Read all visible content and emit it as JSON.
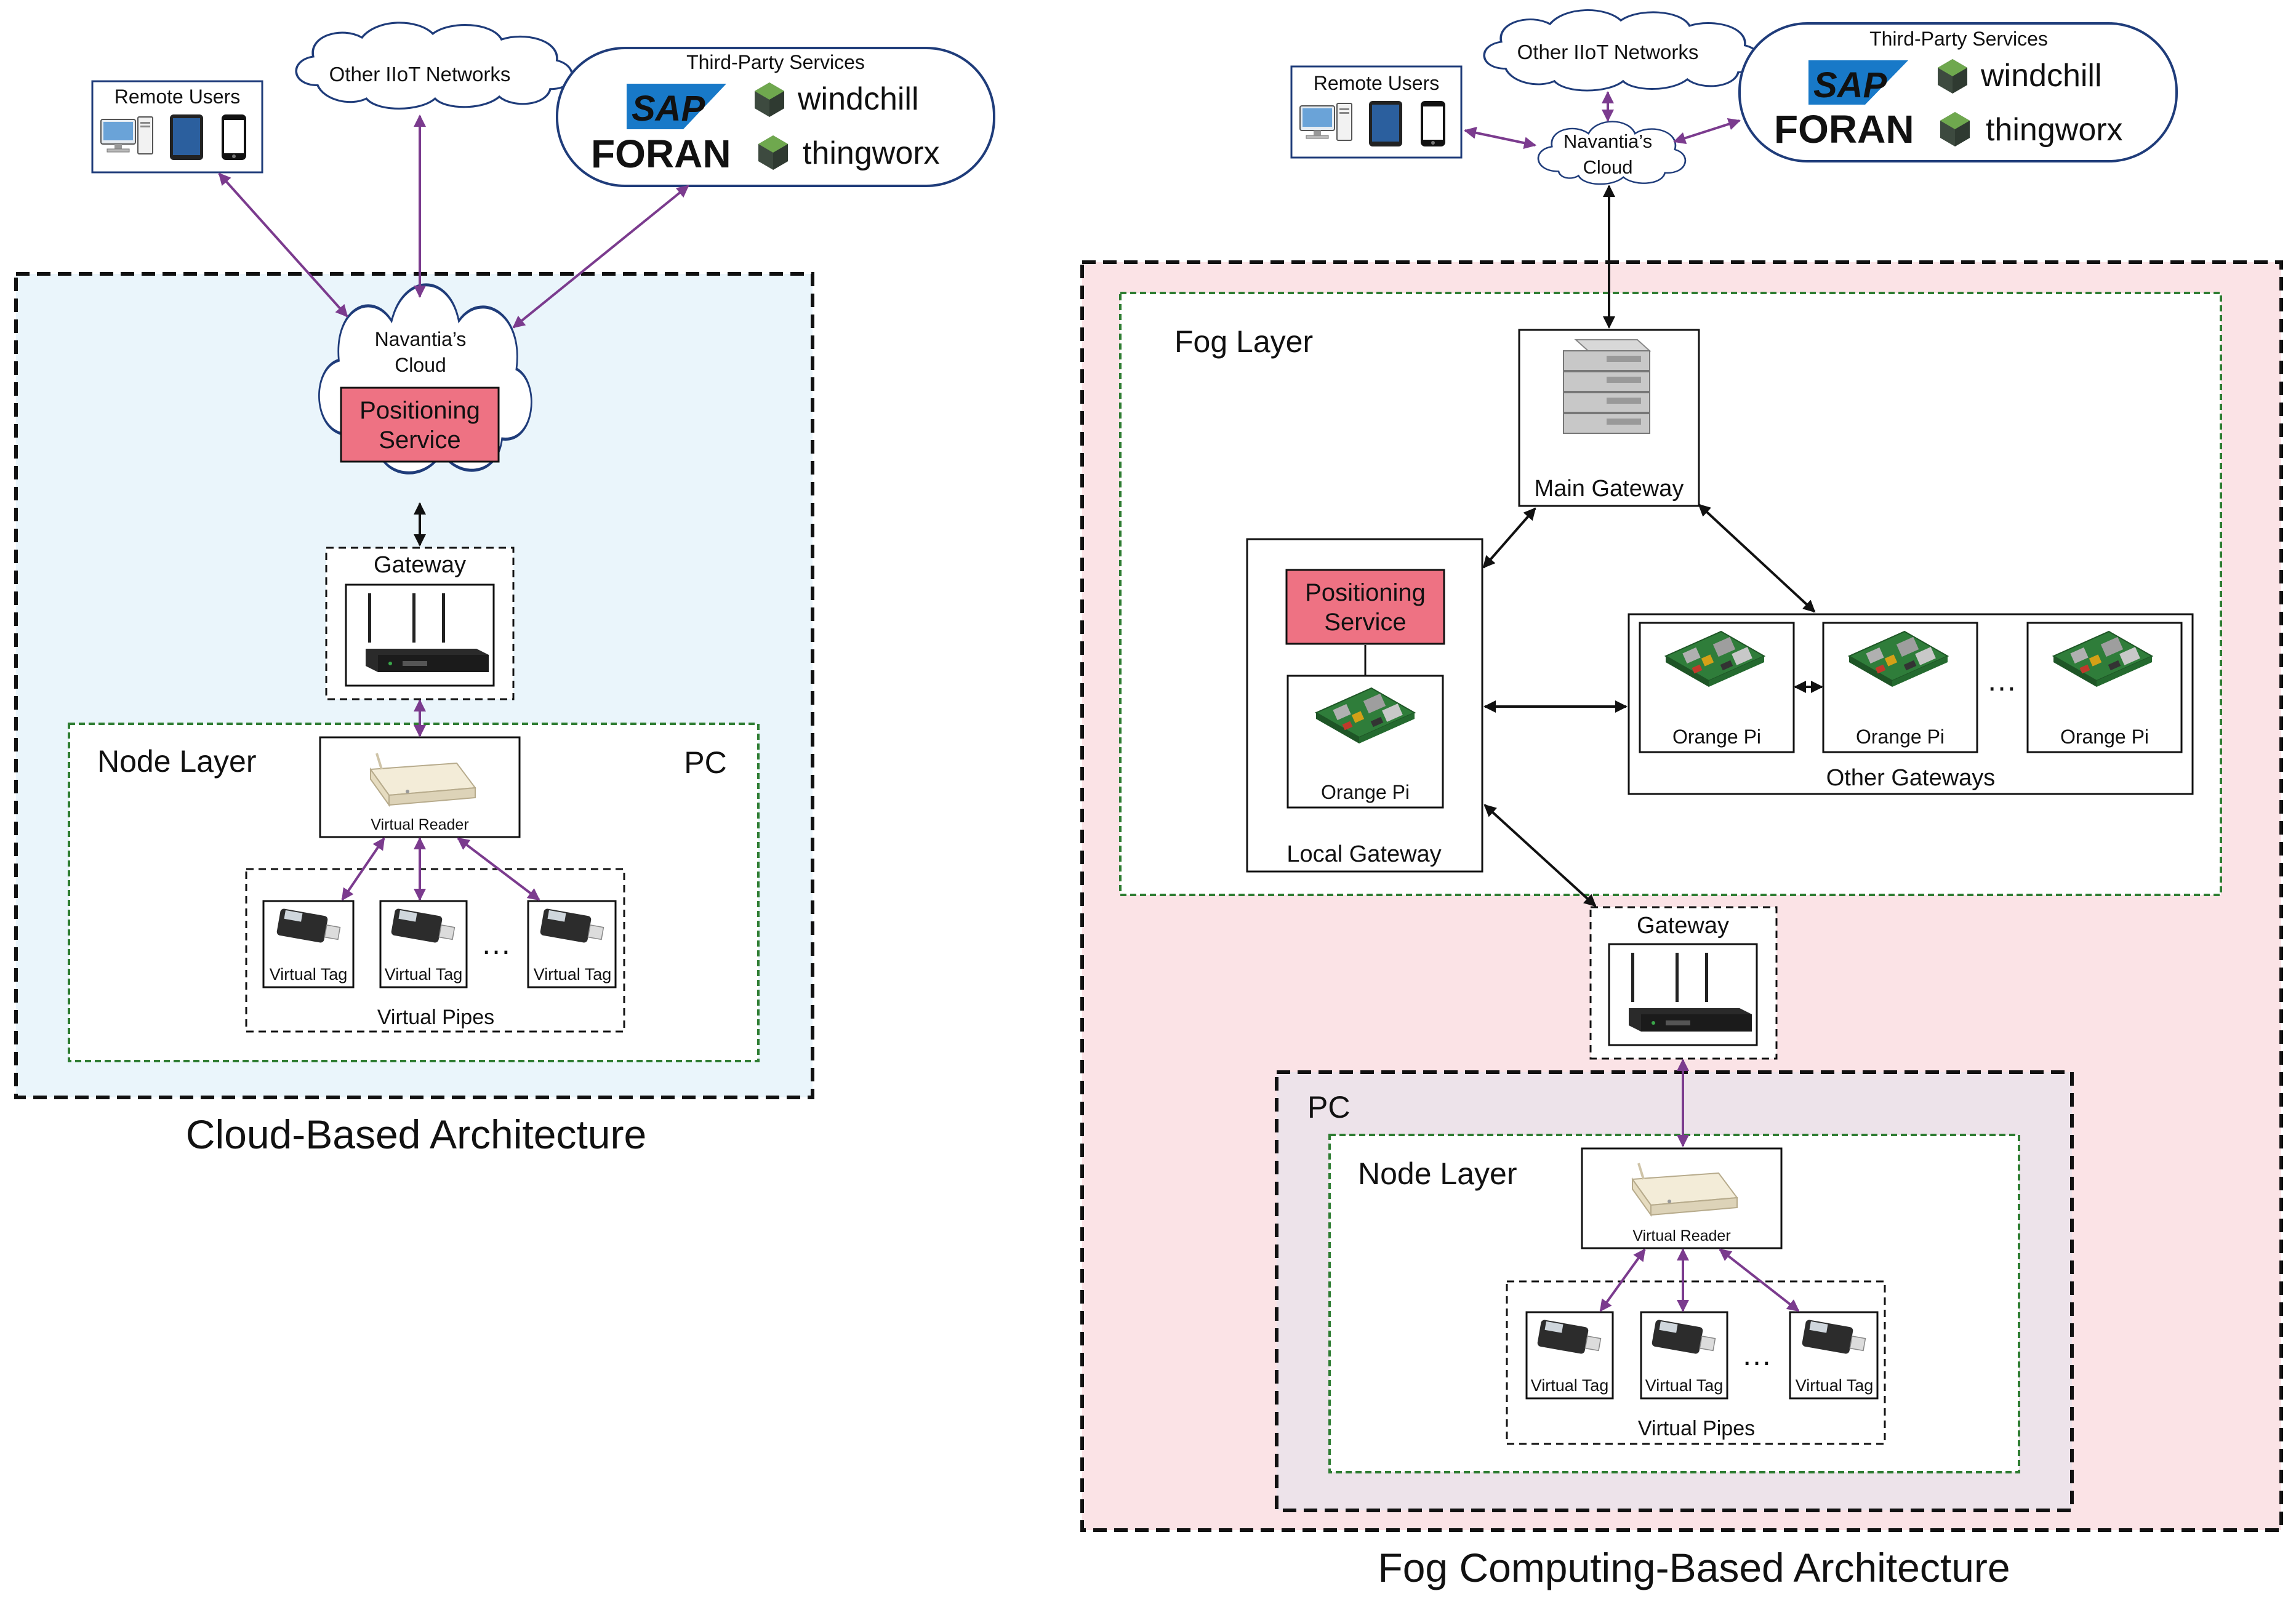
{
  "left": {
    "caption": "Cloud-Based Architecture",
    "remote_users": "Remote Users",
    "other_networks": "Other IIoT Networks",
    "third_party": "Third-Party Services",
    "cloud_line1": "Navantia’s",
    "cloud_line2": "Cloud",
    "service_line1": "Positioning",
    "service_line2": "Service",
    "gateway": "Gateway",
    "node_layer": "Node Layer",
    "pc": "PC",
    "virtual_reader": "Virtual Reader",
    "tags": [
      "Virtual Tag",
      "Virtual Tag",
      "Virtual Tag"
    ],
    "ellipsis": "…",
    "virtual_pipes": "Virtual Pipes"
  },
  "right": {
    "caption": "Fog Computing-Based Architecture",
    "remote_users": "Remote Users",
    "other_networks": "Other IIoT Networks",
    "third_party": "Third-Party Services",
    "cloud_line1": "Navantia’s",
    "cloud_line2": "Cloud",
    "fog_layer": "Fog Layer",
    "main_gateway": "Main Gateway",
    "service_line1": "Positioning",
    "service_line2": "Service",
    "local_orange_pi": "Orange Pi",
    "local_gateway": "Local Gateway",
    "other_orange_pis": [
      "Orange Pi",
      "Orange Pi",
      "Orange Pi"
    ],
    "other_ellipsis": "…",
    "other_gateways": "Other Gateways",
    "gateway": "Gateway",
    "pc": "PC",
    "node_layer": "Node Layer",
    "virtual_reader": "Virtual Reader",
    "tags": [
      "Virtual Tag",
      "Virtual Tag",
      "Virtual Tag"
    ],
    "ellipsis": "…",
    "virtual_pipes": "Virtual Pipes"
  },
  "logos": {
    "sap": "SAP",
    "foran": "FORAN",
    "windchill": "windchill",
    "thingworx": "thingworx"
  },
  "colors": {
    "cloud_panel": "#eaf5fb",
    "fog_panel": "#fbe3e6",
    "pc_panel": "#ede3ea",
    "service_box": "#ee7283",
    "arrow_purple": "#7b3b8e",
    "arrow_black": "#111111",
    "layer_border": "#2e7d32",
    "sap_blue": "#1879c8",
    "foran_navy": "#1a2f5a"
  }
}
